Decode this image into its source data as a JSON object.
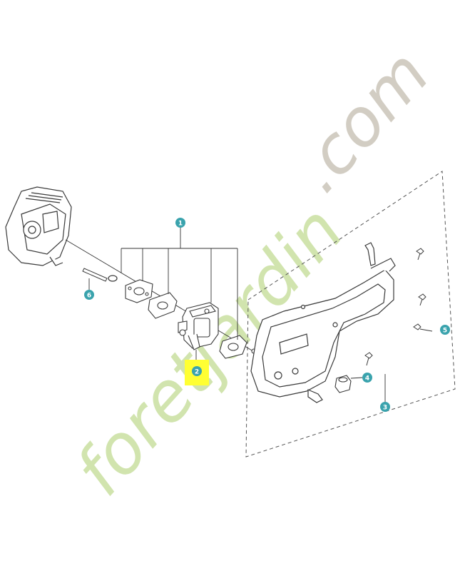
{
  "callouts": [
    {
      "label": "1",
      "kind": "round"
    },
    {
      "label": "2",
      "kind": "highlight"
    },
    {
      "label": "3",
      "kind": "round"
    },
    {
      "label": "4",
      "kind": "round"
    },
    {
      "label": "5",
      "kind": "round"
    },
    {
      "label": "6",
      "kind": "round"
    }
  ],
  "watermark": {
    "text_main": "foretjardin",
    "text_tld": ".com",
    "color_green": "#c9dfa0",
    "color_grey": "#cdc8bc"
  },
  "colors": {
    "callout": "#3aa3ad",
    "highlight": "#ffff33",
    "line": "#3a3a3a",
    "part_fill": "#ffffff"
  }
}
